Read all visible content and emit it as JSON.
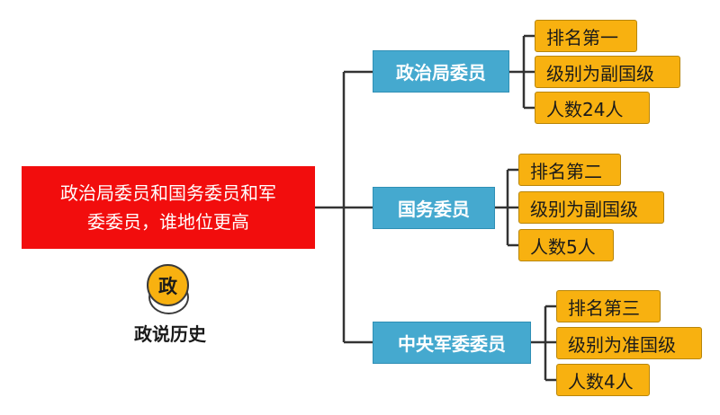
{
  "root": {
    "line1": "政治局委员和国务委员和军",
    "line2": "委委员，谁地位更高"
  },
  "branches": [
    {
      "label": "政治局委员",
      "leaves": [
        "排名第一",
        "级别为副国级",
        "人数24人"
      ]
    },
    {
      "label": "国务委员",
      "leaves": [
        "排名第二",
        "级别为副国级",
        "人数5人"
      ]
    },
    {
      "label": "中央军委委员",
      "leaves": [
        "排名第三",
        "级别为准国级",
        "人数4人"
      ]
    }
  ],
  "logo": {
    "glyph": "政",
    "caption": "政说历史"
  },
  "colors": {
    "root": "#f20d0d",
    "branch": "#45a9cf",
    "leaf": "#f8b110",
    "connector": "#333333"
  }
}
